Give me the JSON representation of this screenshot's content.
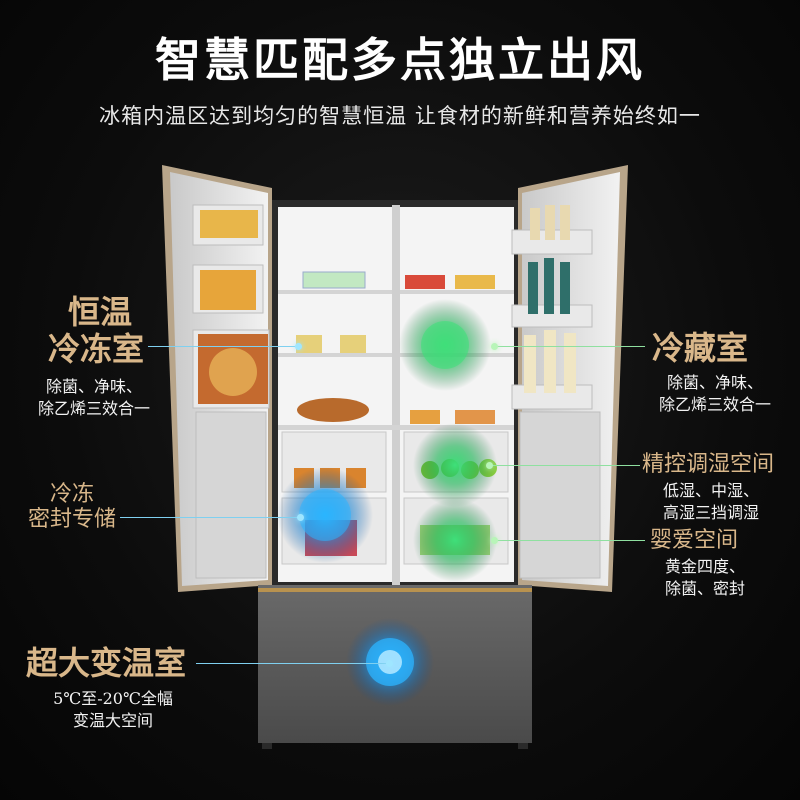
{
  "header": {
    "title": "智慧匹配多点独立出风",
    "subtitle": "冰箱内温区达到均匀的智慧恒温 让食材的新鲜和营养始终如一"
  },
  "callouts": {
    "freezer": {
      "title_line1": "恒温",
      "title_line2": "冷冻室",
      "desc_line1": "除菌、净味、",
      "desc_line2": "除乙烯三效合一"
    },
    "sealed": {
      "line1": "冷冻",
      "line2": "密封专储"
    },
    "variable": {
      "title": "超大变温室",
      "desc_line1": "5℃至-20℃全幅",
      "desc_line2": "变温大空间"
    },
    "fridge": {
      "title": "冷藏室",
      "desc_line1": "除菌、净味、",
      "desc_line2": "除乙烯三效合一"
    },
    "humidity": {
      "title": "精控调湿空间",
      "desc_line1": "低湿、中湿、",
      "desc_line2": "高湿三挡调湿"
    },
    "baby": {
      "title": "婴爱空间",
      "desc_line1": "黄金四度、",
      "desc_line2": "除菌、密封"
    }
  },
  "colors": {
    "label_gold": "#d9b78a",
    "line_blue": "#7fd0f0",
    "line_green": "#8fe0a0",
    "airflow_blue": "#1ea7ff",
    "airflow_green": "#2fd36b"
  }
}
